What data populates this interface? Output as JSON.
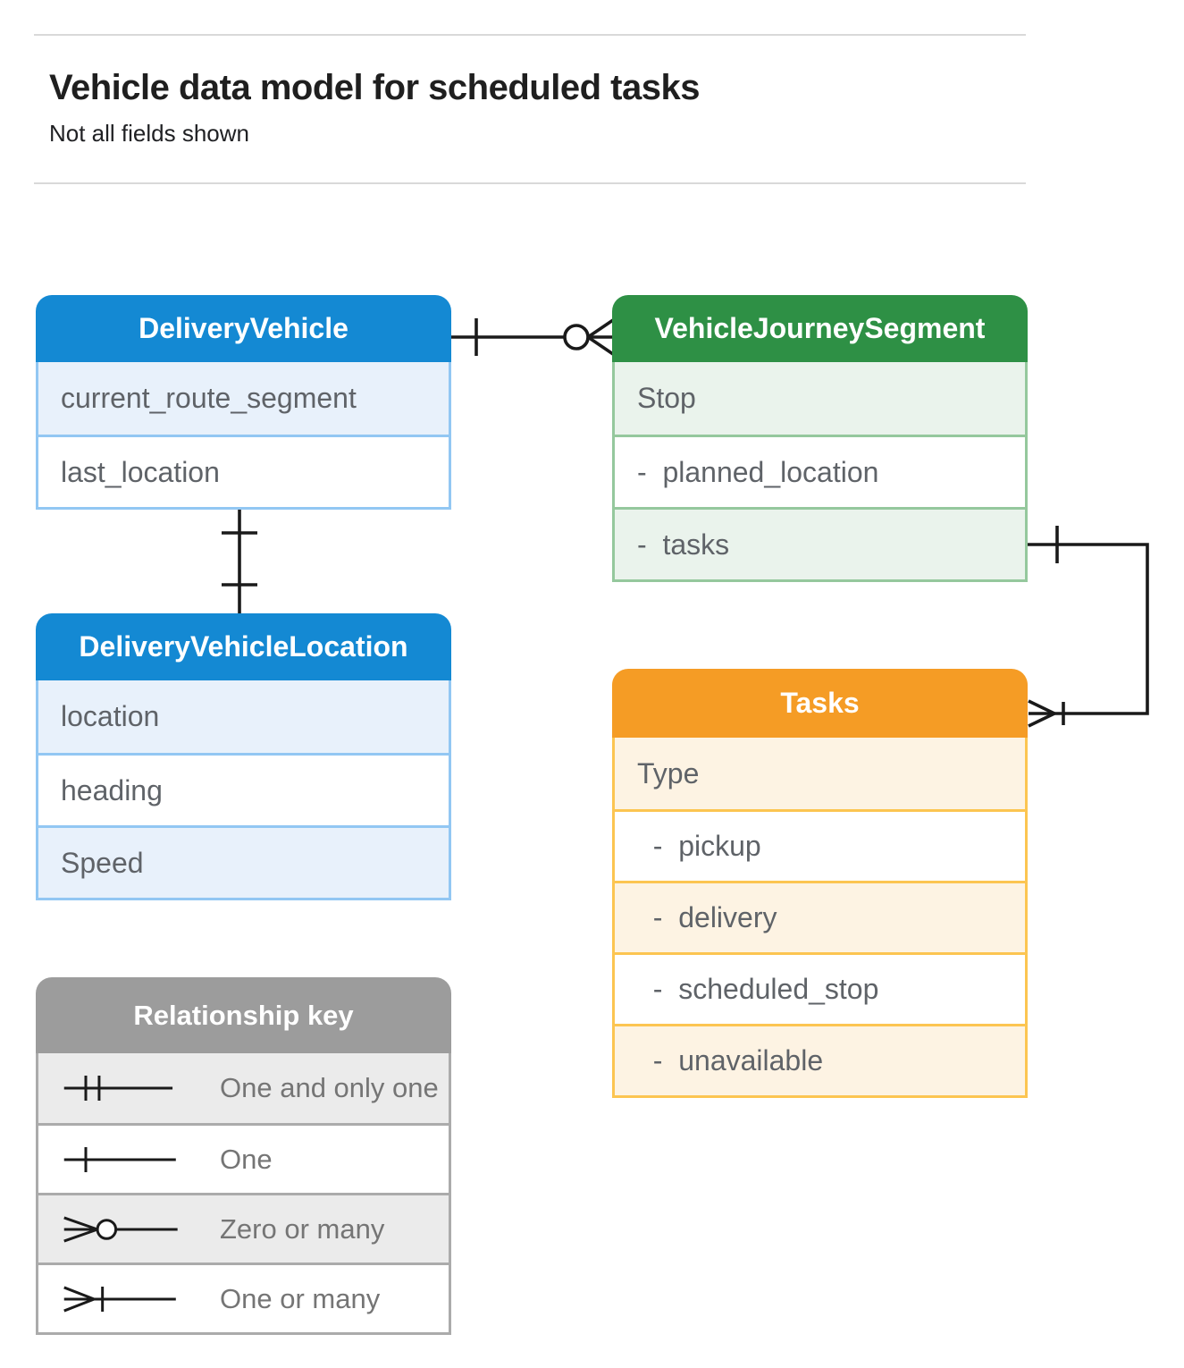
{
  "page": {
    "title": "Vehicle data model for scheduled tasks",
    "subtitle": "Not all fields shown"
  },
  "entities": {
    "delivery_vehicle": {
      "title": "DeliveryVehicle",
      "rows": [
        "current_route_segment",
        "last_location"
      ]
    },
    "vehicle_journey_segment": {
      "title": "VehicleJourneySegment",
      "rows": [
        "Stop",
        "-  planned_location",
        "-  tasks"
      ]
    },
    "delivery_vehicle_location": {
      "title": "DeliveryVehicleLocation",
      "rows": [
        "location",
        "heading",
        "Speed"
      ]
    },
    "tasks": {
      "title": "Tasks",
      "rows": [
        "Type",
        "  -  pickup",
        "  -  delivery",
        "  -  scheduled_stop",
        "  -  unavailable"
      ]
    }
  },
  "legend": {
    "title": "Relationship key",
    "items": [
      {
        "symbol": "one-and-only-one",
        "label": "One and only one"
      },
      {
        "symbol": "one",
        "label": "One"
      },
      {
        "symbol": "zero-or-many",
        "label": "Zero or many"
      },
      {
        "symbol": "one-or-many",
        "label": "One or many"
      }
    ]
  },
  "relationships": [
    {
      "from": "DeliveryVehicle",
      "to": "VehicleJourneySegment",
      "from_cardinality": "one",
      "to_cardinality": "zero-or-many"
    },
    {
      "from": "DeliveryVehicle",
      "to": "DeliveryVehicleLocation",
      "from_cardinality": "one",
      "to_cardinality": "one"
    },
    {
      "from": "VehicleJourneySegment.tasks",
      "to": "Tasks",
      "from_cardinality": "one",
      "to_cardinality": "one-or-many"
    }
  ],
  "colors": {
    "blue_header": "#1489d3",
    "blue_tint": "#e8f1fb",
    "blue_border": "#92c7f3",
    "green_header": "#2e9045",
    "green_tint": "#eaf3ec",
    "green_border": "#95c89d",
    "orange_header": "#f59c25",
    "orange_tint": "#fdf3e3",
    "orange_border": "#fcc551",
    "gray_header": "#9c9c9c",
    "gray_tint": "#ebebeb",
    "gray_border": "#ababab",
    "line": "#1a1a1a",
    "field_text": "#5f6368"
  }
}
